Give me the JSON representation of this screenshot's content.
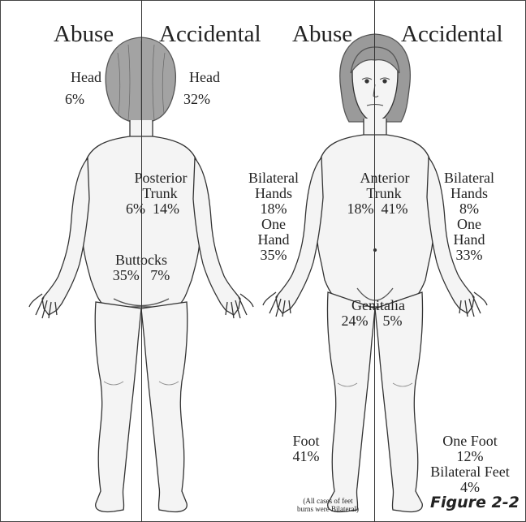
{
  "back_view": {
    "header_left": "Abuse",
    "header_right": "Accidental",
    "head_abuse": {
      "label": "Head",
      "value": "6%"
    },
    "head_accidental": {
      "label": "Head",
      "value": "32%"
    },
    "trunk_label_line1": "Posterior",
    "trunk_label_line2": "Trunk",
    "trunk_values": "6%  14%",
    "buttocks_label": "Buttocks",
    "buttocks_values": "35%   7%"
  },
  "front_view": {
    "header_left": "Abuse",
    "header_right": "Accidental",
    "hands_abuse": {
      "line1": "Bilateral",
      "line2": "Hands",
      "value1": "18%",
      "line3": "One",
      "line4": "Hand",
      "value2": "35%"
    },
    "trunk_label_line1": "Anterior",
    "trunk_label_line2": "Trunk",
    "trunk_values": "18%  41%",
    "hands_accidental": {
      "line1": "Bilateral",
      "line2": "Hands",
      "value1": "8%",
      "line3": "One",
      "line4": "Hand",
      "value2": "33%"
    },
    "genitalia_label": "Genitalia",
    "genitalia_values": "24%    5%",
    "foot_abuse": {
      "label": "Foot",
      "value": "41%"
    },
    "foot_accidental": {
      "line1": "One Foot",
      "value1": "12%",
      "line2": "Bilateral Feet",
      "value2": "4%"
    },
    "footnote_line1": "(All cases of feet",
    "footnote_line2": "burns were Bilateral)"
  },
  "figure_label": "Figure 2-2",
  "colors": {
    "outline": "#333333",
    "hair": "#8a8a8a",
    "skin": "#f4f4f4"
  }
}
